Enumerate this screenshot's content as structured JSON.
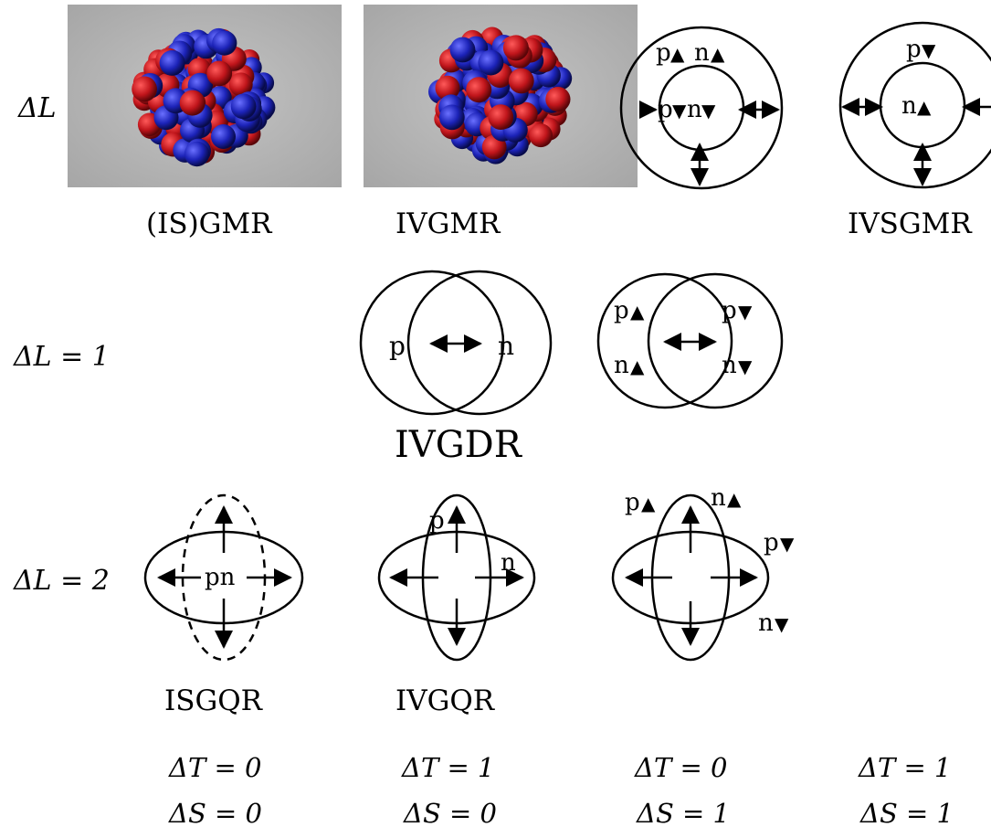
{
  "rows": {
    "dl0": "ΔL",
    "dl1": "ΔL = 1",
    "dl2": "ΔL = 2"
  },
  "labels": {
    "isgmr": "(IS)GMR",
    "ivgmr": "IVGMR",
    "ivsgmr": "IVSGMR",
    "ivgdr": "IVGDR",
    "isgqr": "ISGQR",
    "ivgqr": "IVGQR"
  },
  "particles": {
    "p": "p",
    "n": "n",
    "pn": "pn"
  },
  "spin": {
    "up": "▲",
    "down": "▼"
  },
  "bottom": {
    "col1_t": "ΔT = 0",
    "col1_s": "ΔS = 0",
    "col2_t": "ΔT = 1",
    "col2_s": "ΔS = 0",
    "col3_t": "ΔT = 0",
    "col3_s": "ΔS = 1",
    "col4_t": "ΔT = 1",
    "col4_s": "ΔS = 1"
  },
  "colors": {
    "sphere_bg": "#b3b3b3",
    "proton": "#c0151b",
    "neutron": "#1c23b8",
    "line": "#000000"
  }
}
